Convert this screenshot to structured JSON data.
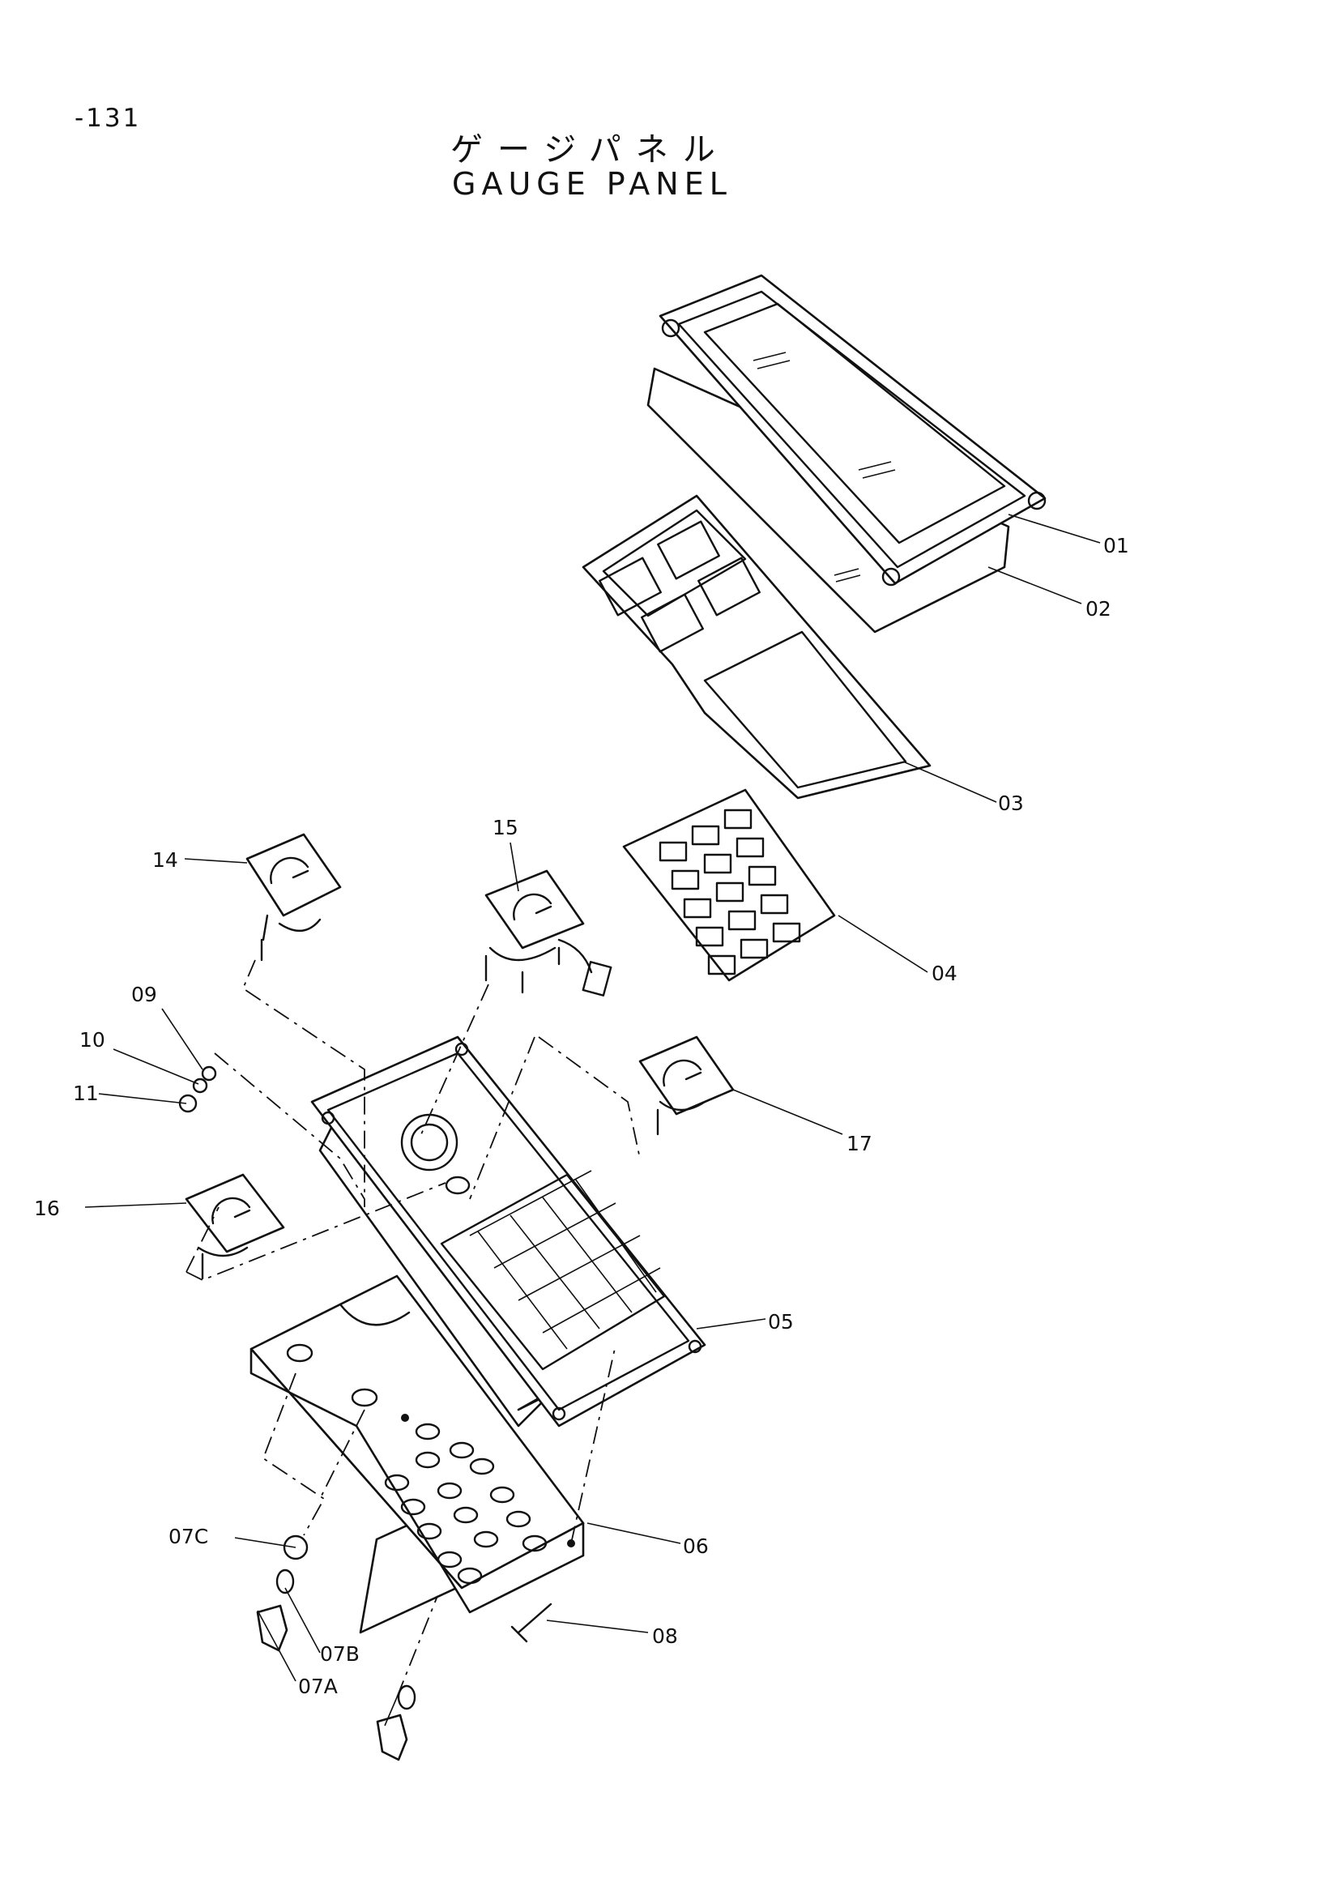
{
  "page_number": "-131",
  "title_ja": "ゲージパネル",
  "title_en": "GAUGE PANEL",
  "part_labels": {
    "p01": "01",
    "p02": "02",
    "p03": "03",
    "p04": "04",
    "p05": "05",
    "p06": "06",
    "p07a": "07A",
    "p07b": "07B",
    "p07c": "07C",
    "p08": "08",
    "p09": "09",
    "p10": "10",
    "p11": "11",
    "p14": "14",
    "p15": "15",
    "p16": "16",
    "p17": "17"
  }
}
